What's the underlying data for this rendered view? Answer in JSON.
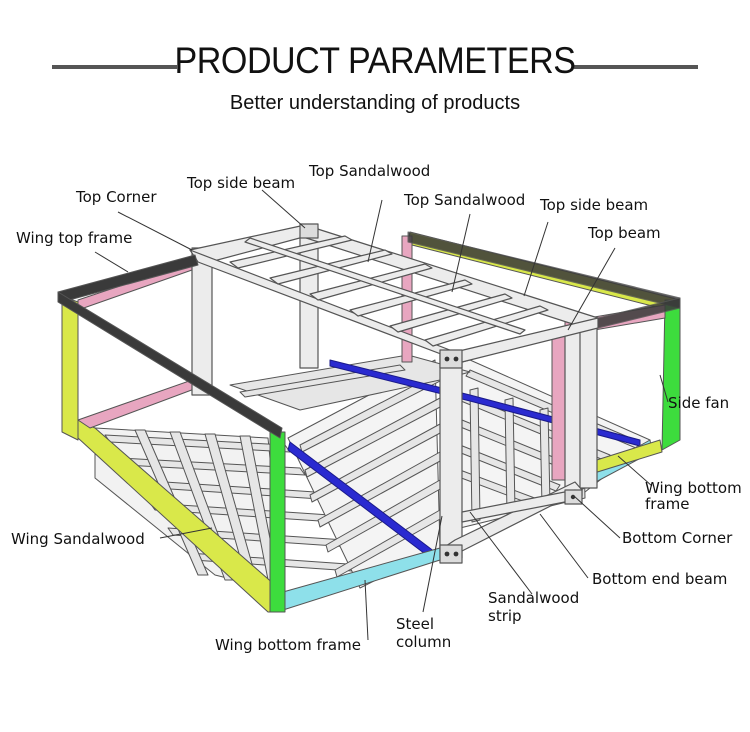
{
  "header": {
    "title": "PRODUCT PARAMETERS",
    "subtitle": "Better understanding of products"
  },
  "labels": {
    "top_sandalwood_1": "Top Sandalwood",
    "top_side_beam_1": "Top side beam",
    "top_corner": "Top Corner",
    "top_sandalwood_2": "Top Sandalwood",
    "top_side_beam_2": "Top side beam",
    "wing_top_frame": "Wing top frame",
    "top_beam": "Top beam",
    "side_fan": "Side fan",
    "wing_bottom_frame_right_1": "Wing bottom",
    "wing_bottom_frame_right_2": "frame",
    "bottom_corner": "Bottom Corner",
    "wing_sandalwood": "Wing Sandalwood",
    "bottom_end_beam": "Bottom end beam",
    "sandalwood_strip_1": "Sandalwood",
    "sandalwood_strip_2": "strip",
    "steel_column_1": "Steel",
    "steel_column_2": "column",
    "wing_bottom_frame_bottom": "Wing bottom frame"
  },
  "colors": {
    "steel": "#e6e6e6",
    "outline": "#555555",
    "dark_frame": "#3a3a3a",
    "pink": "#e8a6c0",
    "yellow_green": "#d9e84a",
    "green": "#3ddc3d",
    "blue": "#2a2ad0",
    "cyan": "#8ee0ea"
  }
}
